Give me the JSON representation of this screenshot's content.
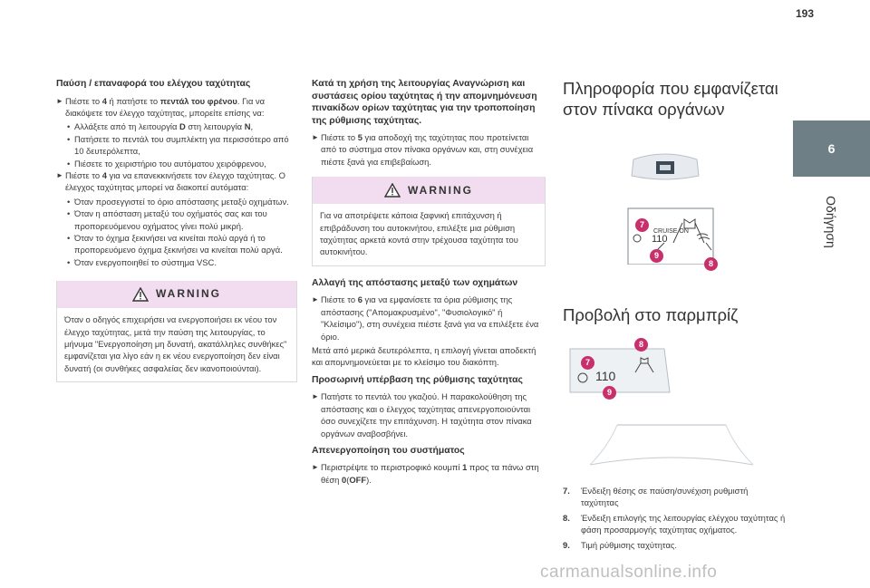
{
  "page_number": "193",
  "chapter": {
    "number": "6",
    "title": "Οδήγηση"
  },
  "col1": {
    "heading": "Παύση / επαναφορά του ελέγχου ταχύτητας",
    "p1_pre": "Πιέστε το ",
    "p1_b1": "4",
    "p1_mid": " ή πατήστε το ",
    "p1_b2": "πεντάλ του φρένου",
    "p1_post": ". Για να διακόψετε τον έλεγχο ταχύτητας, μπορείτε επίσης να:",
    "bullets1_0_pre": "Αλλάξετε από τη λειτουργία ",
    "bullets1_0_b1": "D",
    "bullets1_0_mid": " στη λειτουργία ",
    "bullets1_0_b2": "N",
    "bullets1_0_post": ",",
    "bullets1_1": "Πατήσετε το πεντάλ του συμπλέκτη για περισσότερο από 10 δευτερόλεπτα,",
    "bullets1_2": "Πιέσετε το χειριστήριο του αυτόματου χειρόφρενου,",
    "p2_pre": "Πιέστε το ",
    "p2_b": "4",
    "p2_post": " για να επανεκκινήσετε τον έλεγχο ταχύτητας. Ο έλεγχος ταχύτητας μπορεί να διακοπεί αυτόματα:",
    "bullets2": [
      "Όταν προσεγγιστεί το όριο απόστασης μεταξύ οχημάτων.",
      "Όταν η απόσταση μεταξύ του οχήματός σας και του προπορευόμενου οχήματος γίνει πολύ μικρή.",
      "Όταν το όχημα ξεκινήσει να κινείται πολύ αργά ή το προπορευόμενο όχημα ξεκινήσει να κινείται πολύ αργά.",
      "Όταν ενεργοποιηθεί το σύστημα VSC."
    ],
    "warning_title": "WARNING",
    "warning_text": "Όταν ο οδηγός επιχειρήσει να ενεργοποιήσει εκ νέου τον έλεγχο ταχύτητας, μετά την παύση της λειτουργίας, το μήνυμα \"Ενεργοποίηση μη δυνατή, ακατάλληλες συνθήκες\" εμφανίζεται για λίγο εάν η εκ νέου ενεργοποίηση δεν είναι δυνατή (οι συνθήκες ασφαλείας δεν ικανοποιούνται)."
  },
  "col2": {
    "heading1": "Κατά τη χρήση της λειτουργίας Αναγνώριση και συστάσεις ορίου ταχύτητας ή την απομνημόνευση πινακίδων ορίων ταχύτητας για την τροποποίηση της ρύθμισης ταχύτητας.",
    "p1_pre": "Πιέστε το ",
    "p1_b": "5",
    "p1_post": " για αποδοχή της ταχύτητας που προτείνεται από το σύστημα στον πίνακα οργάνων και, στη συνέχεια πιέστε ξανά για επιβεβαίωση.",
    "warning_title": "WARNING",
    "warning_text": "Για να αποτρέψετε κάποια ξαφνική επιτάχυνση ή επιβράδυνση του αυτοκινήτου, επιλέξτε μια ρύθμιση ταχύτητας αρκετά κοντά στην τρέχουσα ταχύτητα του αυτοκινήτου.",
    "heading2": "Αλλαγή της απόστασης μεταξύ των οχημάτων",
    "p2_pre": "Πιέστε το ",
    "p2_b": "6",
    "p2_post": " για να εμφανίσετε τα όρια ρύθμισης της απόστασης (\"Απομακρυσμένο\", \"Φυσιολογικό\" ή \"Κλείσιμο\"), στη συνέχεια πιέστε ξανά για να επιλέξετε ένα όριο.",
    "p3": "Μετά από μερικά δευτερόλεπτα, η επιλογή γίνεται αποδεκτή και απομνημονεύεται με το κλείσιμο του διακόπτη.",
    "heading3": "Προσωρινή υπέρβαση της ρύθμισης ταχύτητας",
    "p4": "Πατήστε το πεντάλ του γκαζιού. Η παρακολούθηση της απόστασης και ο έλεγχος ταχύτητας απενεργοποιούνται όσο συνεχίζετε την επιτάχυνση. Η ταχύτητα στον πίνακα οργάνων αναβοσβήνει.",
    "heading4": "Απενεργοποίηση του συστήματος",
    "p5_pre": "Περιστρέψτε το περιστροφικό κουμπί ",
    "p5_b1": "1",
    "p5_mid": " προς τα πάνω στη θέση ",
    "p5_b2": "0",
    "p5_b3": "OFF",
    "p5_post": ")."
  },
  "col3": {
    "heading1": "Πληροφορία που εμφανίζεται στον πίνακα οργάνων",
    "fig1": {
      "cruise": "CRUISE ON",
      "speed": "110",
      "callouts": [
        "7",
        "9",
        "8"
      ]
    },
    "heading2": "Προβολή στο παρμπρίζ",
    "fig2": {
      "speed": "110",
      "callouts": [
        "8",
        "7",
        "9"
      ]
    },
    "legend": [
      {
        "num": "7.",
        "text": "Ένδειξη θέσης σε παύση/συνέχιση ρυθμιστή ταχύτητας"
      },
      {
        "num": "8.",
        "text": "Ένδειξη επιλογής της λειτουργίας ελέγχου ταχύτητας ή φάση προσαρμογής ταχύτητας οχήματος."
      },
      {
        "num": "9.",
        "text": "Τιμή ρύθμισης ταχύτητας."
      }
    ]
  },
  "watermark": "carmanualsonline.info",
  "colors": {
    "accent": "#c8306c",
    "warning_bg": "#f2dcef",
    "tab_bg": "#6f7f86"
  }
}
